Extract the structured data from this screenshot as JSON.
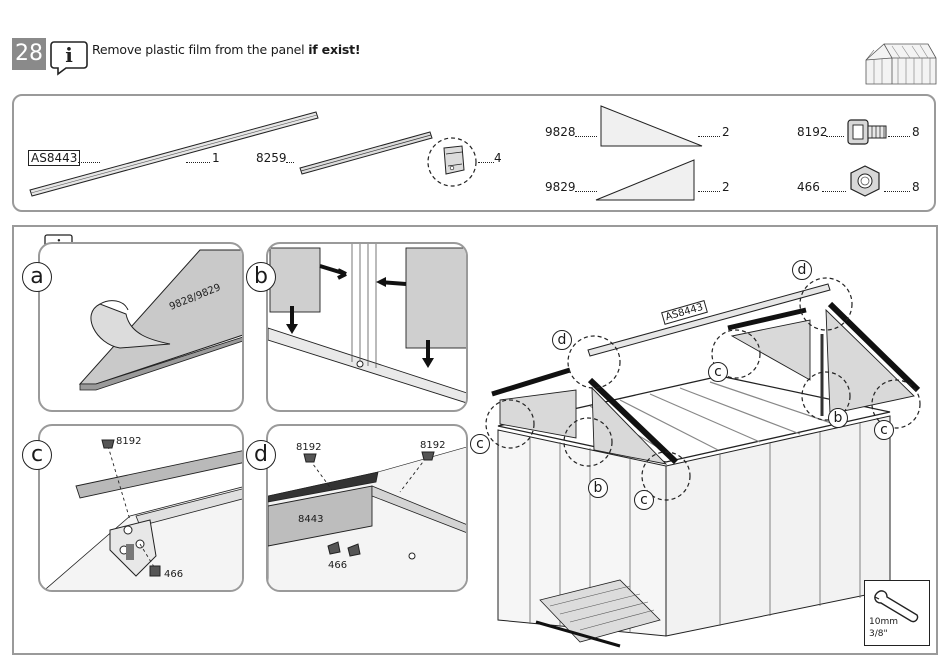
{
  "header": {
    "step_number": "28",
    "instruction_plain": "Remove plastic film from the panel ",
    "instruction_bold": "if exist!"
  },
  "parts": {
    "as8443": {
      "code": "AS8443",
      "qty": "1"
    },
    "p8259": {
      "code": "8259",
      "qty": "4"
    },
    "p9828": {
      "code": "9828",
      "qty": "2"
    },
    "p9829": {
      "code": "9829",
      "qty": "2"
    },
    "p8192": {
      "code": "8192",
      "qty": "8"
    },
    "p466": {
      "code": "466",
      "qty": "8"
    }
  },
  "details": {
    "a": {
      "letter": "a",
      "panel_text": "9828/9829"
    },
    "b": {
      "letter": "b"
    },
    "c": {
      "letter": "c",
      "bolt": "8192",
      "nut": "466"
    },
    "d": {
      "letter": "d",
      "bolt_left": "8192",
      "bolt_right": "8192",
      "rail": "8443",
      "nut": "466"
    }
  },
  "main": {
    "rail_label": "AS8443",
    "callouts": [
      "d",
      "d",
      "c",
      "c",
      "c",
      "c",
      "b",
      "b"
    ]
  },
  "tool": {
    "size_metric": "10mm",
    "size_imperial": "3/8\""
  },
  "icons": [
    "info-icon",
    "shed-thumbnail",
    "wrench-icon"
  ]
}
